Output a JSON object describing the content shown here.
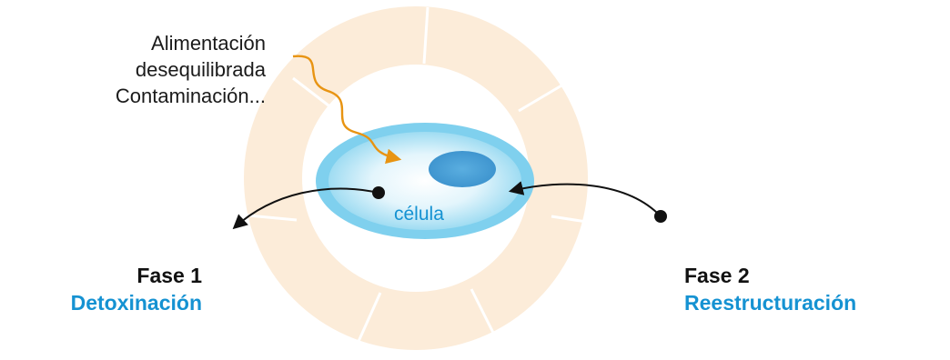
{
  "colors": {
    "ring": "#fcecd9",
    "cell_outer": "#7fd0ee",
    "cell_inner": "#eaf8fd",
    "nucleus": "#4fa3d8",
    "arrow_orange": "#e89412",
    "accent_blue": "#1592d2",
    "arrow_black": "#111111"
  },
  "causes": {
    "line1": "Alimentación",
    "line2": "desequilibrada",
    "line3": "Contaminación..."
  },
  "cell": {
    "label": "célula"
  },
  "phase1": {
    "label": "Fase 1",
    "name": "Detoxinación"
  },
  "phase2": {
    "label": "Fase 2",
    "name": "Reestructuración"
  },
  "icons": {
    "toxin_arrow": "wavy-arrow-icon",
    "phase1_arrow": "curved-arrow-left-icon",
    "phase2_arrow": "curved-arrow-right-icon"
  }
}
